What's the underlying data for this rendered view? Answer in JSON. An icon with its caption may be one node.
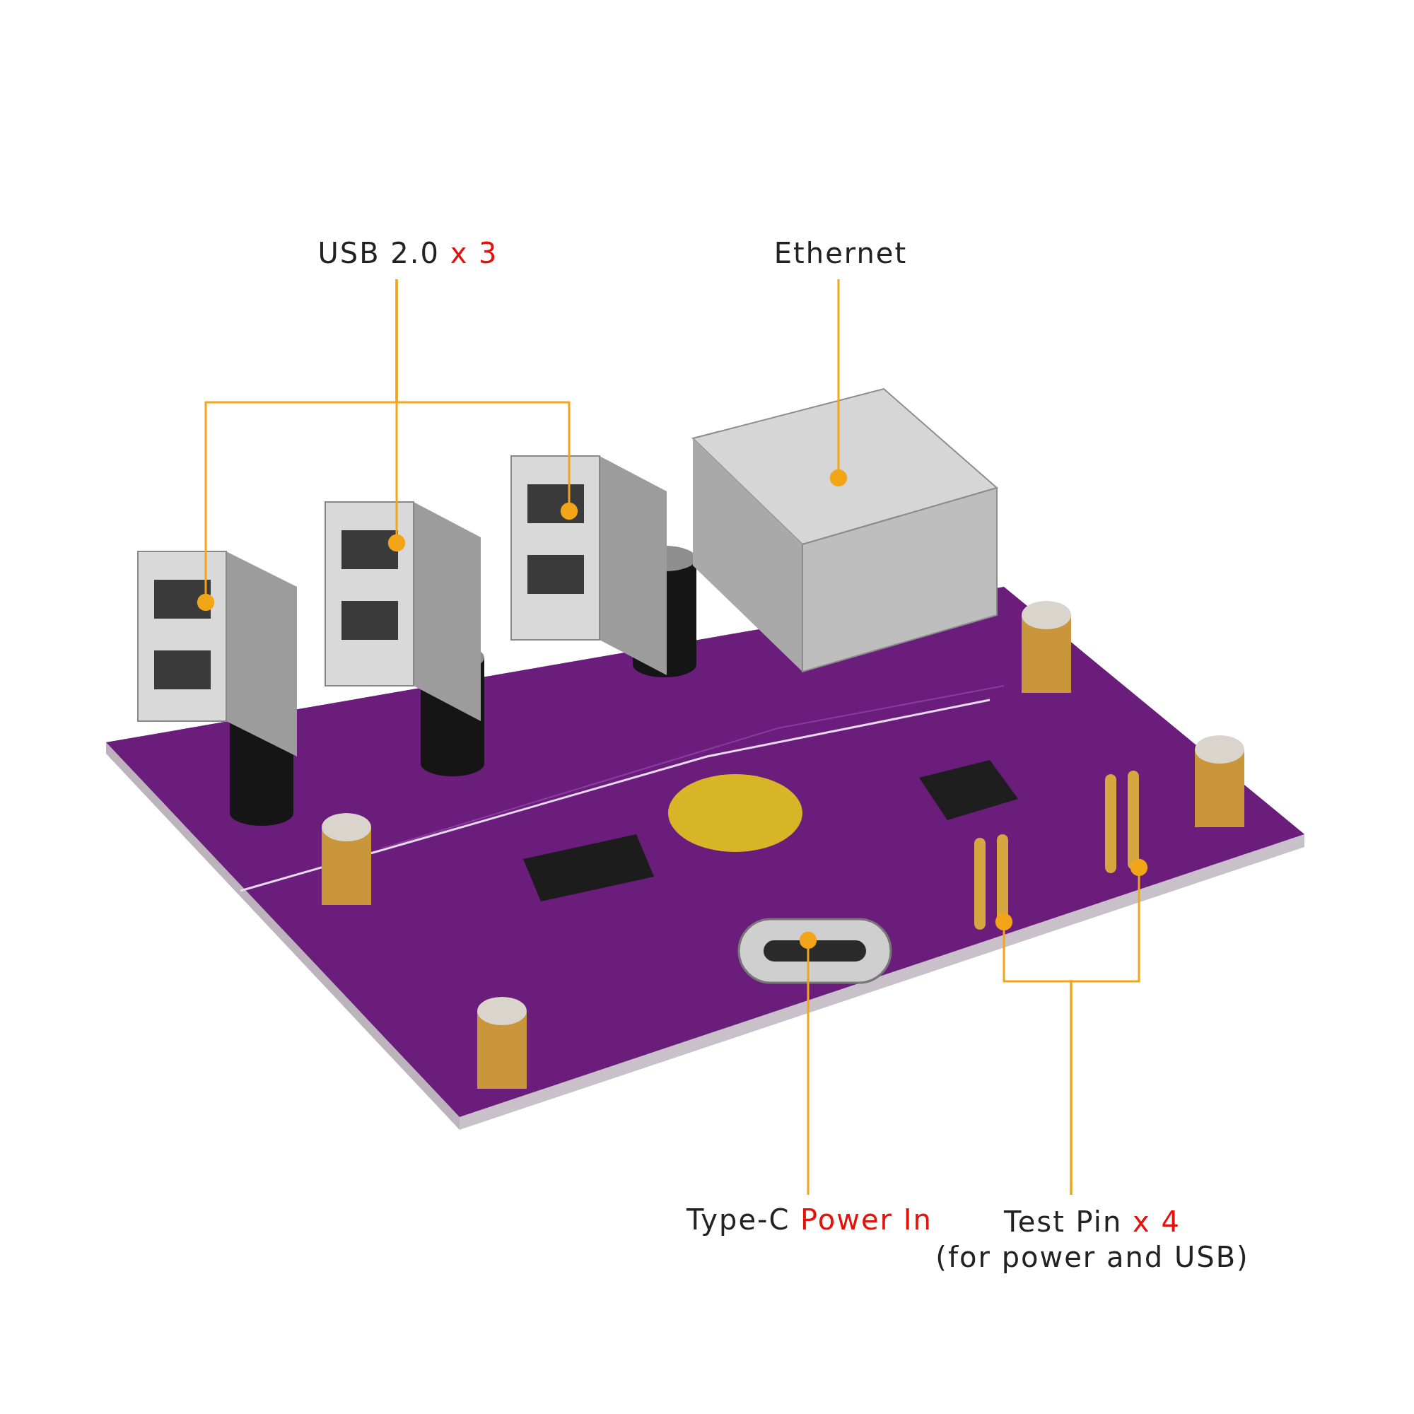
{
  "diagram": {
    "nodes": [
      {
        "text": [
          "USB 2.0",
          "x 3"
        ]
      },
      {
        "text": [
          "Ethernet"
        ]
      },
      {
        "text": [],
        "shape": "picture"
      },
      {
        "text": [],
        "shape": "picture"
      },
      {
        "text": [],
        "shape": "picture"
      },
      {
        "text": [],
        "shape": "picture"
      },
      {
        "text": [
          "Type-C",
          "Power In"
        ]
      },
      {
        "text": [],
        "shape": "picture"
      },
      {
        "text": [
          "Test Pin",
          "x 4",
          "(for power and USB)"
        ]
      },
      {
        "text": [],
        "shape": "picture"
      },
      {
        "text": [],
        "shape": "picture"
      }
    ],
    "edges": [
      {
        "from": 0,
        "to": 2,
        "arrow": "other"
      },
      {
        "from": 0,
        "to": 3,
        "arrow": "other"
      },
      {
        "from": 0,
        "to": 4,
        "arrow": "other"
      },
      {
        "from": 1,
        "to": 5,
        "arrow": "other"
      },
      {
        "from": 6,
        "to": 7,
        "arrow": "other"
      },
      {
        "from": 8,
        "to": 9,
        "arrow": "other"
      },
      {
        "from": 8,
        "to": 10,
        "arrow": "other"
      }
    ]
  }
}
